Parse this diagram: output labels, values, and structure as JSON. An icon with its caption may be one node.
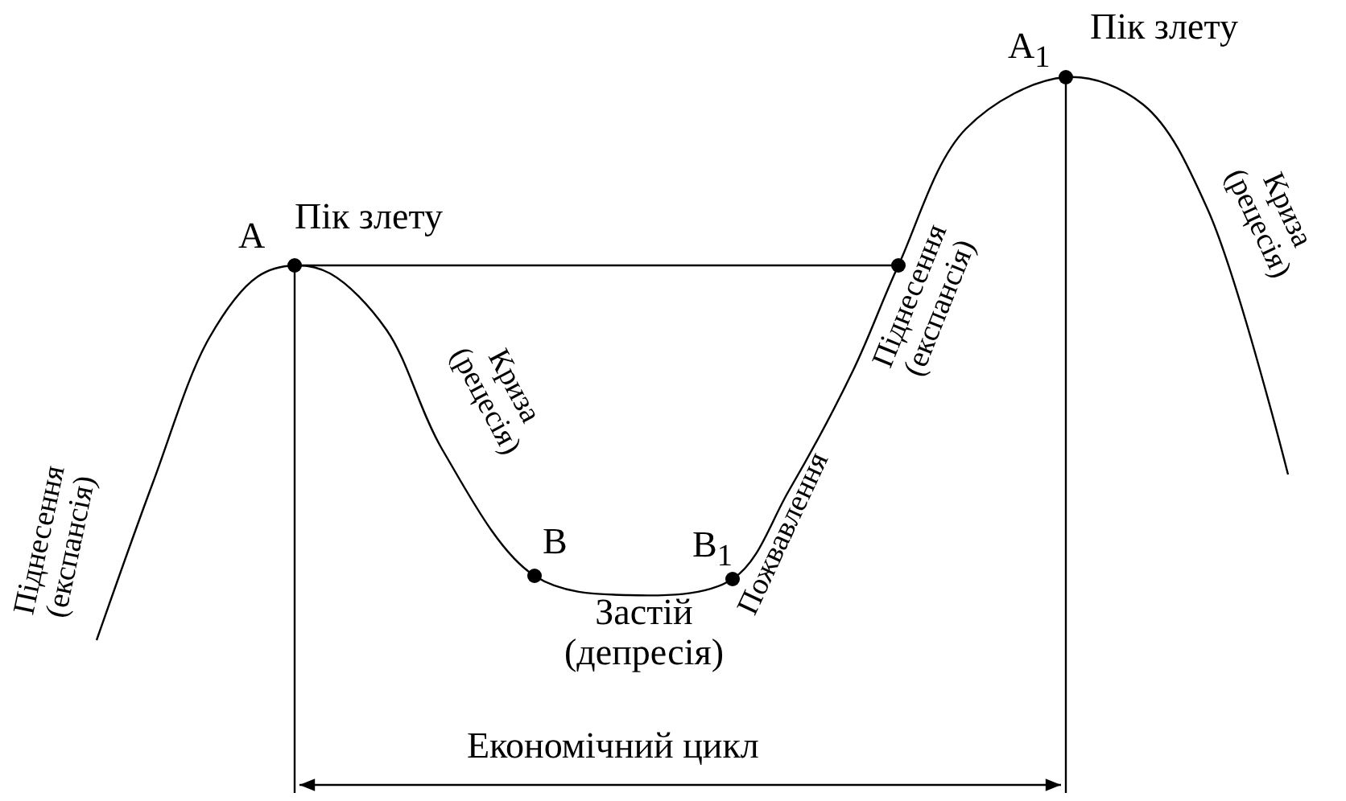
{
  "diagram": {
    "labels": [
      "A$_{1}$",
      "Пік злету",
      "A",
      "Пік злету",
      "Криза (рецесія)",
      "Криза (рецесія)",
      "Піднесення (експансія)",
      "Піднесення (експансія)",
      "B",
      "B$_{1}$",
      "Пожвавлення",
      "Застій (депресія)",
      "Економічний цикл"
    ]
  }
}
